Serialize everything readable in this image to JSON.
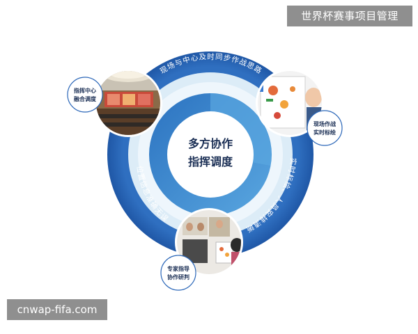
{
  "banner": {
    "title": "世界杯赛事项目管理"
  },
  "watermark": {
    "text": "cnwap-fifa.com"
  },
  "diagram": {
    "center": {
      "line1": "多方协作",
      "line2": "指挥调度"
    },
    "arc_labels": {
      "top": "现场与中心及时同步作战思路",
      "right": "现场实时标绘、人员安排清晰明了",
      "left": "位置信息准确无误"
    },
    "nodes": {
      "command_center": {
        "line1": "指挥中心",
        "line2": "融合调度"
      },
      "field": {
        "line1": "现场作战",
        "line2": "实时标绘"
      },
      "expert": {
        "line1": "专家指导",
        "line2": "协作研判"
      }
    }
  },
  "colors": {
    "ring_outer": "#2a66b8",
    "ring_mid": "#dcecf7",
    "ring_inner_a": "#2b72c0",
    "ring_inner_b": "#4e9ad8",
    "center_fill": "#ffffff",
    "text_dark": "#1b2f55"
  }
}
